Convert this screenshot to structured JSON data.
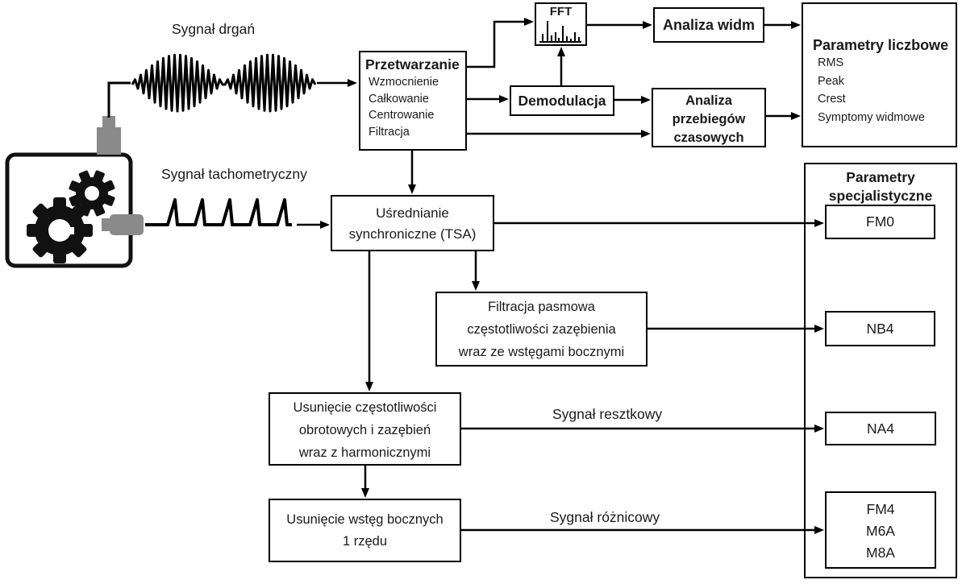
{
  "colors": {
    "line": "#000000",
    "text": "#1a1a1a",
    "sensor_gray": "#8a8a8a",
    "background": "#ffffff"
  },
  "labels": {
    "vibration_signal": "Sygnał drgań",
    "tacho_signal": "Sygnał tachometryczny",
    "residual_signal": "Sygnał resztkowy",
    "difference_signal": "Sygnał różnicowy"
  },
  "boxes": {
    "przetwarzanie": {
      "title": "Przetwarzanie",
      "items": [
        "Wzmocnienie",
        "Całkowanie",
        "Centrowanie",
        "Filtracja"
      ]
    },
    "fft": {
      "title": "FFT"
    },
    "analiza_widm": {
      "title": "Analiza widm"
    },
    "parametry_liczbowe": {
      "title": "Parametry liczbowe",
      "items": [
        "RMS",
        "Peak",
        "Crest",
        "Symptomy widmowe"
      ]
    },
    "demodulacja": {
      "title": "Demodulacja"
    },
    "analiza_przebiegow": {
      "lines": [
        "Analiza",
        "przebiegów",
        "czasowych"
      ]
    },
    "tsa": {
      "lines": [
        "Uśrednianie",
        "synchroniczne (TSA)"
      ]
    },
    "parametry_specjalistyczne": {
      "lines": [
        "Parametry",
        "specjalistyczne"
      ]
    },
    "fm0": {
      "label": "FM0"
    },
    "filtracja_pasmowa": {
      "lines": [
        "Filtracja pasmowa",
        "częstotliwości zazębienia",
        "wraz ze wstęgami bocznymi"
      ]
    },
    "nb4": {
      "label": "NB4"
    },
    "usuniecie_czestotliwosci": {
      "lines": [
        "Usunięcie częstotliwości",
        "obrotowych i zazębień",
        "wraz z harmonicznymi"
      ]
    },
    "na4": {
      "label": "NA4"
    },
    "usuniecie_wsteg": {
      "lines": [
        "Usunięcie wstęg bocznych",
        "1 rzędu"
      ]
    },
    "fm4_m6a_m8a": {
      "lines": [
        "FM4",
        "M6A",
        "M8A"
      ]
    }
  },
  "icons": {
    "gearbox": "gearbox-icon",
    "accelerometer": "accelerometer-sensor-icon",
    "tachometer": "tachometer-sensor-icon",
    "vibration_waveform": "vibration-waveform",
    "tacho_waveform": "tacho-pulse-waveform",
    "fft_spectrum": "fft-spectrum-icon"
  }
}
